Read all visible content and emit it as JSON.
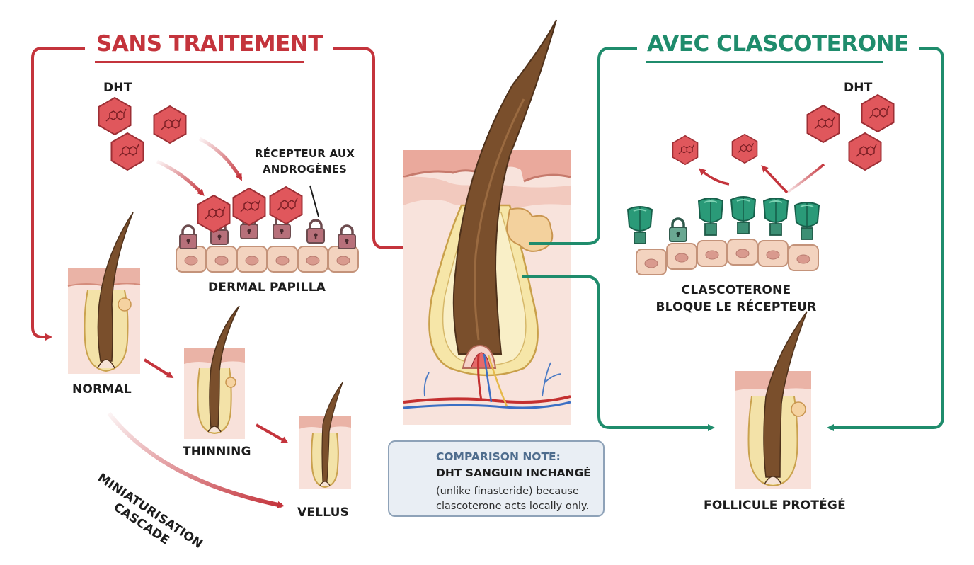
{
  "left_panel": {
    "title": "SANS TRAITEMENT",
    "dht_label": "DHT",
    "receptor_label": "RÉCEPTEUR AUX\nANDROGÈNES",
    "papilla_label": "DERMAL PAPILLA",
    "stages": [
      "NORMAL",
      "THINNING",
      "VELLUS"
    ],
    "cascade_label": "MINIATURISATION\nCASCADE"
  },
  "right_panel": {
    "title": "AVEC CLASCOTERONE",
    "dht_label": "DHT",
    "blocks_label": "CLASCOTERONE\nBLOQUE LE RÉCEPTEUR",
    "result_label": "FOLLICULE PROTÉGÉ",
    "result_icon": "check-circle-icon"
  },
  "note": {
    "heading": "COMPARISON NOTE:",
    "subheading": "DHT SANGUIN INCHANGÉ",
    "body": "(unlike finasteride) because\nclascoterone acts locally only.",
    "icon": "blood-drop-icon"
  },
  "colors": {
    "untreated": "#c4343c",
    "treated": "#1f8c6c",
    "hair": "#7a4f2c",
    "skin": "#f6e3d6",
    "dht_molecule": "#e0575c",
    "note_border": "#8ea2b8"
  }
}
